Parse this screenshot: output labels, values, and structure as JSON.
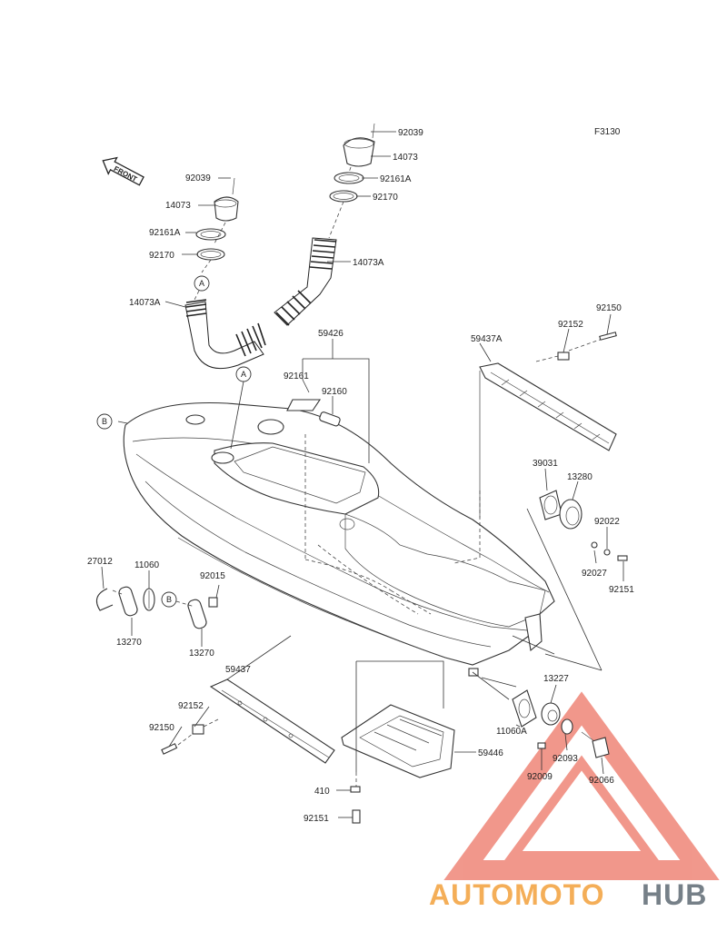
{
  "figure_code": "F3130",
  "front_label": "FRONT",
  "markers": {
    "a": "A",
    "b": "B"
  },
  "labels": {
    "p92039_top": "92039",
    "p14073_top": "14073",
    "p92161A_top": "92161A",
    "p92170_top": "92170",
    "p14073A_right": "14073A",
    "p92039_left": "92039",
    "p14073_left": "14073",
    "p92161A_left": "92161A",
    "p92170_left": "92170",
    "p14073A_left": "14073A",
    "p59426": "59426",
    "p92161": "92161",
    "p92160": "92160",
    "p59437A": "59437A",
    "p92152_top": "92152",
    "p92150_top": "92150",
    "p39031": "39031",
    "p13280": "13280",
    "p92022": "92022",
    "p92027": "92027",
    "p92151_right": "92151",
    "p27012": "27012",
    "p11060": "11060",
    "p92015": "92015",
    "p13270_left": "13270",
    "p13270_right": "13270",
    "p59437": "59437",
    "p92152_bottom": "92152",
    "p92150_bottom": "92150",
    "p13227": "13227",
    "p11060A": "11060A",
    "p92093": "92093",
    "p92009": "92009",
    "p92066": "92066",
    "p59446": "59446",
    "p410": "410",
    "p92151_bottom": "92151"
  },
  "watermark": {
    "part1": "AUTOMOTO",
    "part2": "HUB"
  },
  "colors": {
    "line": "#333333",
    "watermark_red": "#e8533f",
    "watermark_orange": "#f3a13b",
    "watermark_gray": "#5f6a74"
  }
}
